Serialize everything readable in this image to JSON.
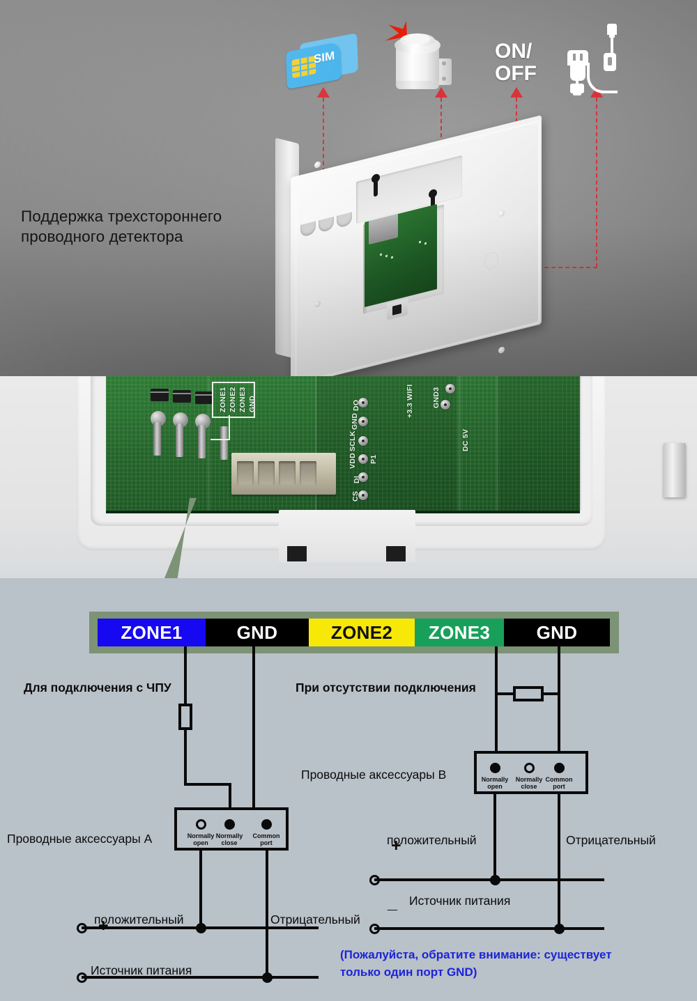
{
  "hero": {
    "caption": "Поддержка трехстороннего\nпроводного детектора",
    "icons": [
      {
        "name": "sim-card-icon",
        "label": "SIM"
      },
      {
        "name": "siren-icon",
        "label": ""
      },
      {
        "name": "power-switch-label",
        "label": "ON/\nOFF"
      },
      {
        "name": "usb-power-cable-icon",
        "label": ""
      }
    ]
  },
  "pcb": {
    "left_labels": [
      "ZONE1",
      "ZONE2",
      "ZONE3",
      "GND"
    ],
    "right_labels": [
      "DO",
      "GND",
      "SCLK",
      "VDD",
      "DI",
      "CS"
    ],
    "top_labels": [
      "GND3",
      "+3.3 WIFI"
    ],
    "header_label": "P1",
    "power_label": "DC 5V"
  },
  "terminals": [
    {
      "label": "ZONE1",
      "color": "#1608f0",
      "text_color": "#ffffff"
    },
    {
      "label": "GND",
      "color": "#000000",
      "text_color": "#ffffff"
    },
    {
      "label": "ZONE2",
      "color": "#f8e808",
      "text_color": "#111111"
    },
    {
      "label": "ZONE3",
      "color": "#18a05b",
      "text_color": "#ffffff"
    },
    {
      "label": "GND",
      "color": "#000000",
      "text_color": "#ffffff"
    }
  ],
  "diagram": {
    "left_branch_title": "Для подключения с ЧПУ",
    "right_branch_title": "При отсутствии подключения",
    "accessory_a_label": "Проводные аксессуары A",
    "accessory_b_label": "Проводные аксессуары B",
    "terminal_names": {
      "normally_open": "Normally\nopen",
      "normally_close": "Normally\nclose",
      "common_port": "Common\nport"
    },
    "positive": "положительный",
    "negative": "Отрицательный",
    "power_source": "Источник питания",
    "plus_sign": "+",
    "minus_sign": "_",
    "note": "(Пожалуйста, обратите внимание: существует\nтолько один порт GND)",
    "note_color": "#1b24d8"
  }
}
